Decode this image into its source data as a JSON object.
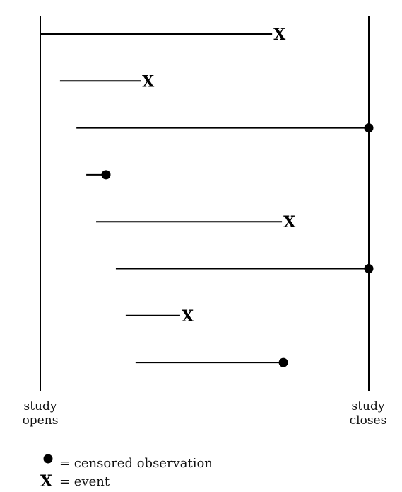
{
  "labels": {
    "open_line1": "study",
    "open_line2": "opens",
    "close_line1": "study",
    "close_line2": "closes"
  },
  "legend": {
    "censored_text": "= censored observation",
    "event_marker": "X",
    "event_text": "= event"
  },
  "subjects": [
    {
      "start": 0.0,
      "end": 0.71,
      "outcome": "event"
    },
    {
      "start": 0.06,
      "end": 0.31,
      "outcome": "event"
    },
    {
      "start": 0.11,
      "end": 1.0,
      "outcome": "censored"
    },
    {
      "start": 0.14,
      "end": 0.2,
      "outcome": "censored"
    },
    {
      "start": 0.17,
      "end": 0.74,
      "outcome": "event"
    },
    {
      "start": 0.23,
      "end": 1.0,
      "outcome": "censored"
    },
    {
      "start": 0.26,
      "end": 0.43,
      "outcome": "event"
    },
    {
      "start": 0.29,
      "end": 0.74,
      "outcome": "censored"
    }
  ]
}
